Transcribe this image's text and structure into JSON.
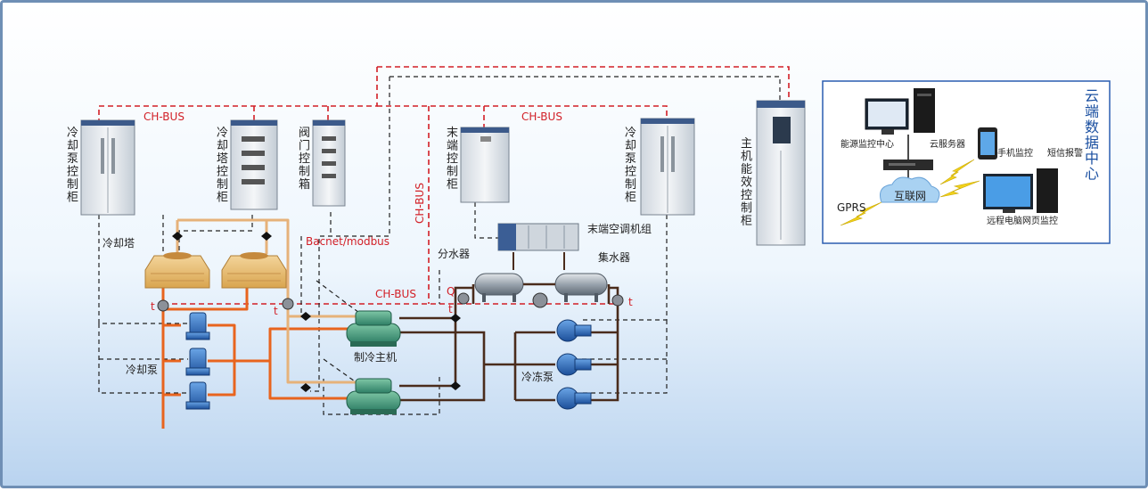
{
  "labels": {
    "ch_bus": "CH-BUS",
    "bacnet": "Bacnet/modbus",
    "cooling_tower": "冷却塔",
    "cooling_pump": "冷却泵",
    "chiller": "制冷主机",
    "chilled_pump": "冷冻泵",
    "distributor": "分水器",
    "collector": "集水器",
    "ahu": "末端空调机组",
    "cabinet_cooling_pump_left": "冷却泵控制柜",
    "cabinet_tower": "冷却塔控制柜",
    "cabinet_valve": "阀门控制箱",
    "cabinet_terminal": "末端控制柜",
    "cabinet_cooling_pump_right": "冷却泵控制柜",
    "main_cabinet": "主机能效控制柜",
    "t": "t",
    "q": "Q"
  },
  "cloud": {
    "title": "云端数据中心",
    "energy_center": "能源监控中心",
    "cloud_server": "云服务器",
    "mobile": "手机监控",
    "sms": "短信报警",
    "gprs": "GPRS",
    "internet": "互联网",
    "remote_pc": "远程电脑网页监控"
  },
  "colors": {
    "bus_red": "#d21f26",
    "cooling_orange": "#e8641e",
    "cooling_light": "#e6b27a",
    "chilled_brown": "#4a2c1c",
    "control_dash": "#222222",
    "frame": "#6f8fb5"
  }
}
